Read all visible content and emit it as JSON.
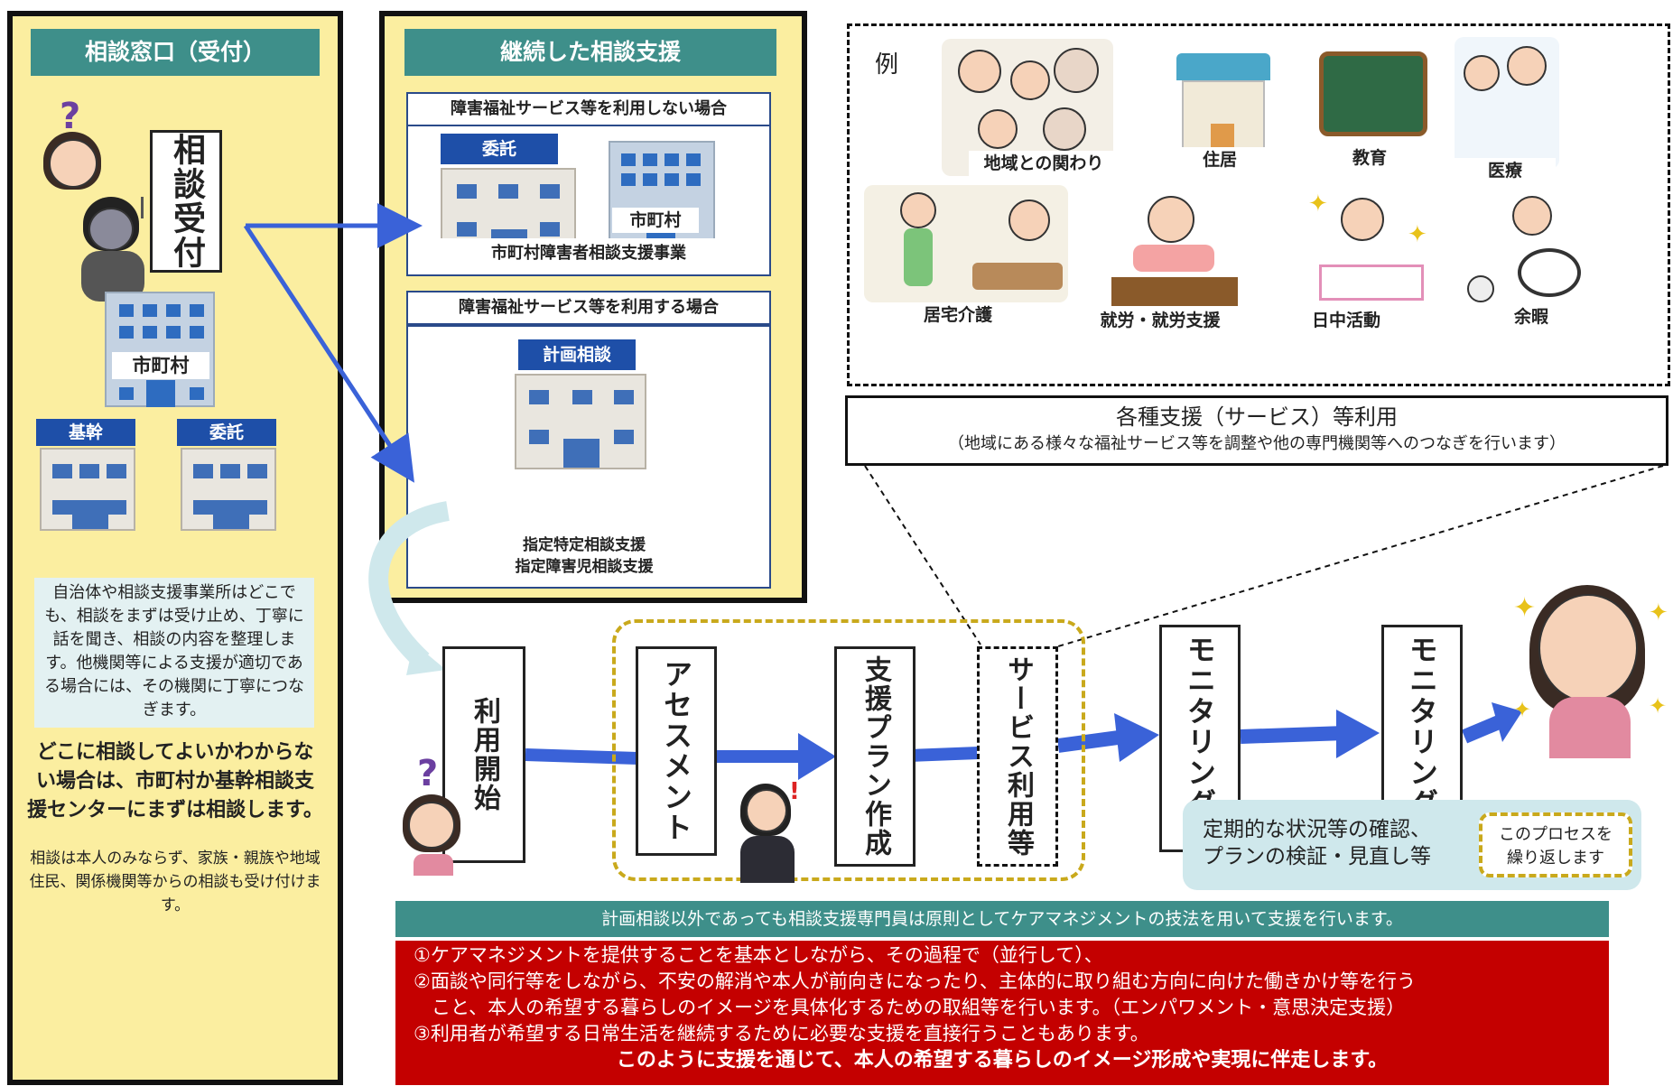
{
  "left_panel": {
    "header": "相談窓口（受付）",
    "reception_label": "相談受付",
    "municipality_label": "市町村",
    "core_label": "基幹",
    "commission_label": "委託",
    "description": "自治体や相談支援事業所はどこでも、相談をまずは受け止め、丁寧に話を聞き、相談の内容を整理します。他機関等による支援が適切である場合には、その機関に丁寧につなぎます。",
    "emphasis": "どこに相談してよいかわからない場合は、市町村か基幹相談支援センターにまずは相談します。",
    "note": "相談は本人のみならず、家族・親族や地域住民、関係機関等からの相談も受け付けます。"
  },
  "middle_panel": {
    "header": "継続した相談支援",
    "case_no_service": {
      "title": "障害福祉サービス等を利用しない場合",
      "commission_label": "委託",
      "municipality_label": "市町村",
      "program_label": "市町村障害者相談支援事業"
    },
    "case_service": {
      "title": "障害福祉サービス等を利用する場合",
      "plan_label": "計画相談",
      "support_line1": "指定特定相談支援",
      "support_line2": "指定障害児相談支援"
    }
  },
  "examples": {
    "label": "例",
    "items": [
      "地域との関わり",
      "住居",
      "教育",
      "医療",
      "居宅介護",
      "就労・就労支援",
      "日中活動",
      "余暇"
    ],
    "service_title": "各種支援（サービス）等利用",
    "service_note": "（地域にある様々な福祉サービス等を調整や他の専門機関等へのつなぎを行います）"
  },
  "process": {
    "steps": [
      "利用開始",
      "アセスメント",
      "支援プラン作成",
      "サービス利用等",
      "モニタリング",
      "モニタリング"
    ],
    "check_line1": "定期的な状況等の確認、",
    "check_line2": "プランの検証・見直し等",
    "repeat_line1": "このプロセスを",
    "repeat_line2": "繰り返します"
  },
  "bottom": {
    "teal_note": "計画相談以外であっても相談支援専門員は原則としてケアマネジメントの技法を用いて支援を行います。",
    "line1": "①ケアマネジメントを提供することを基本としながら、その過程で（並行して）、",
    "line2": "②面談や同行等をしながら、不安の解消や本人が前向きになったり、主体的に取り組む方向に向けた働きかけ等を行う",
    "line3": "こと、本人の希望する暮らしのイメージを具体化するための取組等を行います。（エンパワメント・意思決定支援）",
    "line4": "③利用者が希望する日常生活を継続するために必要な支援を直接行うこともあります。",
    "line5": "このように支援を通じて、本人の希望する暮らしのイメージ形成や実現に伴走します。"
  },
  "colors": {
    "panel_bg": "#fbeea0",
    "teal": "#3e8f8a",
    "arrow_blue": "#3a62d8",
    "red": "#c40000",
    "dashed_gold": "#c9a91c",
    "light_blue": "#cfe8ec"
  }
}
